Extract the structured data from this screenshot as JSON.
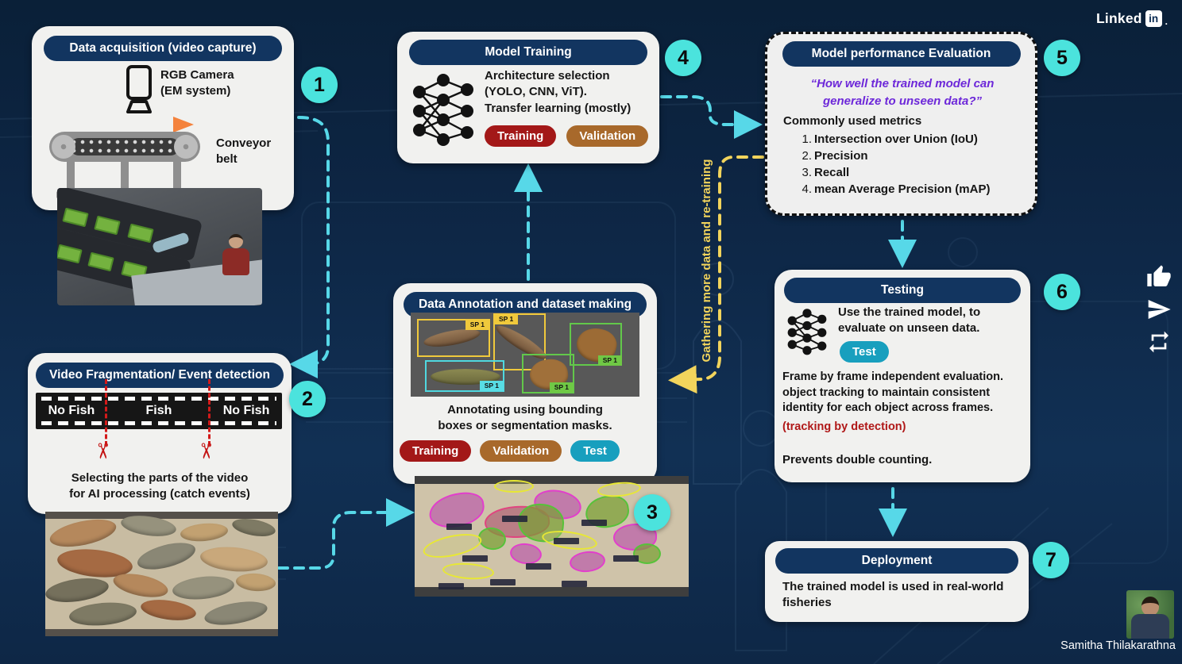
{
  "brand": {
    "name_text": "Linked",
    "badge_text": "in",
    "dot": "."
  },
  "author": {
    "name": "Samitha Thilakarathna"
  },
  "flow_label": {
    "retrain": "Gathering more data and re-training"
  },
  "steps": [
    {
      "number": "1",
      "title": "Data acquisition (video capture)",
      "camera_label": "RGB Camera\n(EM system)",
      "conveyor_label": "Conveyor\nbelt"
    },
    {
      "number": "2",
      "title": "Video Fragmentation/ Event detection",
      "film_labels": [
        "No Fish",
        "Fish",
        "No Fish"
      ],
      "caption": "Selecting the parts of the video\nfor AI processing (catch events)"
    },
    {
      "number": "3",
      "title": "Data Annotation and dataset making",
      "sp_label": "SP 1",
      "caption": "Annotating using bounding\nboxes or segmentation masks.",
      "pills": [
        "Training",
        "Validation",
        "Test"
      ]
    },
    {
      "number": "4",
      "title": "Model Training",
      "body": "Architecture selection\n(YOLO, CNN, ViT).\nTransfer learning (mostly)",
      "pills": [
        "Training",
        "Validation"
      ]
    },
    {
      "number": "5",
      "title": "Model performance Evaluation",
      "quote": "“How well the trained model can\ngeneralize to unseen data?”",
      "metrics_heading": "Commonly used metrics",
      "metrics": [
        {
          "num": "1.",
          "text": "Intersection over Union (IoU)"
        },
        {
          "num": "2.",
          "text": "Precision"
        },
        {
          "num": "3.",
          "text": "Recall"
        },
        {
          "num": "4.",
          "text": "mean Average Precision (mAP)"
        }
      ]
    },
    {
      "number": "6",
      "title": "Testing",
      "lead": "Use the trained model, to\nevaluate on unseen data.",
      "pill": "Test",
      "para1": "Frame by frame independent evaluation.\nobject tracking to maintain consistent\nidentity for each object across frames.",
      "highlight": "(tracking by detection)",
      "para2": "Prevents double counting."
    },
    {
      "number": "7",
      "title": "Deployment",
      "body": "The trained model is used in real-world\nfisheries"
    }
  ],
  "colors": {
    "accent_circle": "#4BE3DD",
    "arrow_cyan": "#57D8E8",
    "arrow_yellow": "#F2D45C",
    "header_navy": "#123560",
    "pill_training": "#A31818",
    "pill_validation": "#A8692B",
    "pill_test": "#189FBE",
    "quote_purple": "#6D28D9",
    "highlight_red": "#B01818"
  }
}
